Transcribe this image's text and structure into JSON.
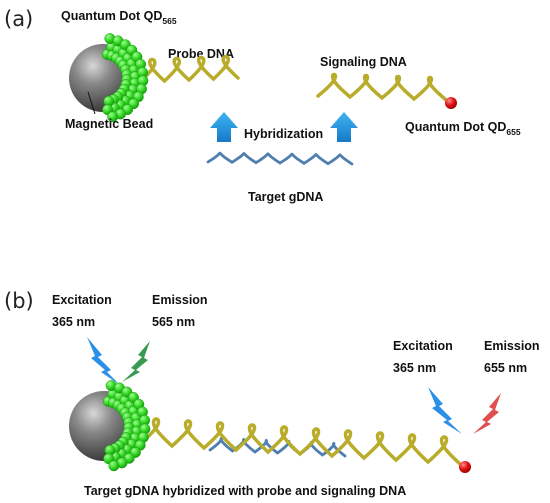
{
  "panel_a": {
    "label": "(a)",
    "qd565_label_prefix": "Quantum Dot QD",
    "qd565_label_sub": "565",
    "probe_dna_label": "Probe DNA",
    "magnetic_bead_label": "Magnetic Bead",
    "signaling_dna_label": "Signaling DNA",
    "qd655_label_prefix": "Quantum Dot QD",
    "qd655_label_sub": "655",
    "hybridization_label": "Hybridization",
    "target_gdna_label": "Target gDNA"
  },
  "panel_b": {
    "label": "(b)",
    "excitation1_line1": "Excitation",
    "excitation1_line2": "365 nm",
    "emission1_line1": "Emission",
    "emission1_line2": "565 nm",
    "excitation2_line1": "Excitation",
    "excitation2_line2": "365 nm",
    "emission2_line1": "Emission",
    "emission2_line2": "655 nm",
    "caption": "Target gDNA hybridized with probe and signaling DNA"
  },
  "colors": {
    "bead": "#555555",
    "qd565": "#2ecc1f",
    "qd655": "#e01010",
    "dna_yellow": "#b8ac2a",
    "dna_blue": "#4f7fb0",
    "arrow_blue": "#1e96e0",
    "bolt_blue": "#2a8fe8",
    "bolt_green": "#3a9a52",
    "bolt_red": "#e05050"
  }
}
